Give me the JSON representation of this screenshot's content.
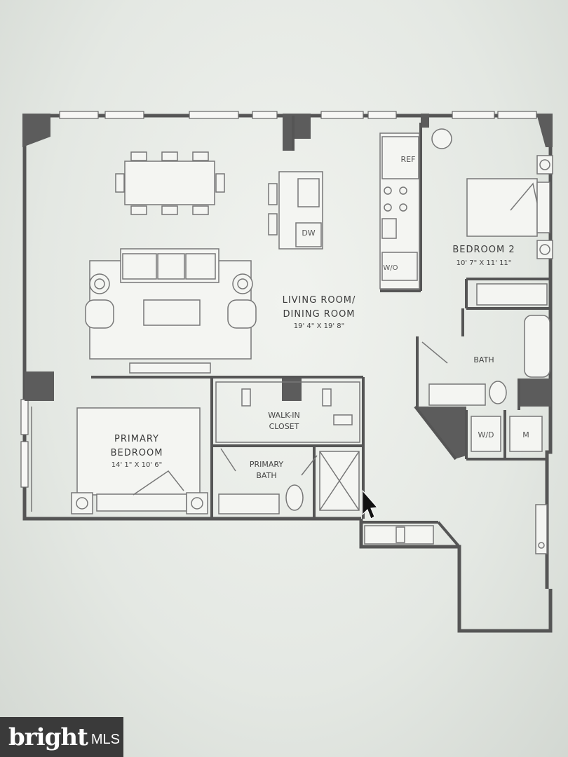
{
  "rooms": {
    "living": {
      "name_line1": "LIVING ROOM/",
      "name_line2": "DINING ROOM",
      "dims": "19' 4\" X 19' 8\""
    },
    "bedroom2": {
      "name": "BEDROOM 2",
      "dims": "10' 7\" X 11' 11\""
    },
    "primary_bedroom": {
      "name_line1": "PRIMARY",
      "name_line2": "BEDROOM",
      "dims": "14' 1\" X 10' 6\""
    },
    "walk_in_closet": {
      "name_line1": "WALK-IN",
      "name_line2": "CLOSET"
    },
    "primary_bath": {
      "name_line1": "PRIMARY",
      "name_line2": "BATH"
    },
    "bath": {
      "name": "BATH"
    }
  },
  "appliances": {
    "ref": "REF",
    "dw": "DW",
    "wo": "W/O",
    "wd": "W/D",
    "m": "M"
  },
  "brand": {
    "name": "bright",
    "suffix": "MLS"
  }
}
